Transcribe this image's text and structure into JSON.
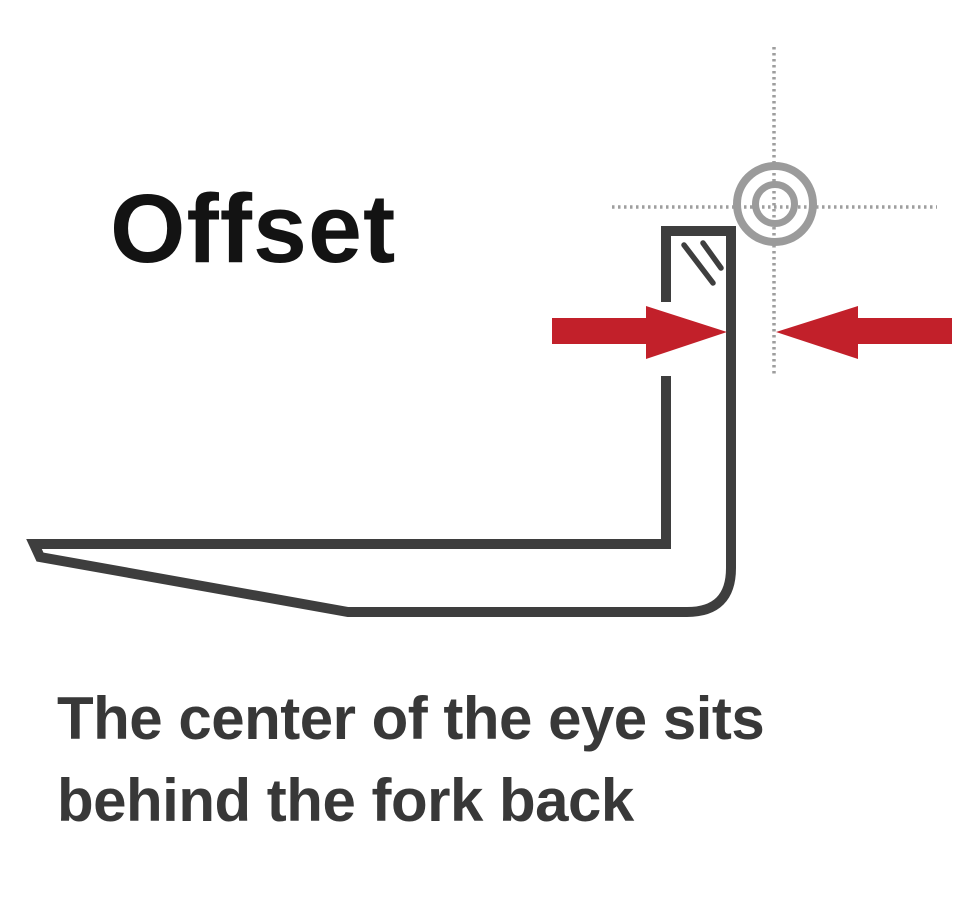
{
  "title": "Offset",
  "caption": {
    "line1": "The center of the eye sits",
    "line2": "behind the fork back"
  },
  "colors": {
    "background": "#FFFFFF",
    "title_text": "#131313",
    "caption_text": "#383838",
    "fork_line": "#3E3E3E",
    "fork_fill": "#FFFFFF",
    "arrow_red": "#C2202A",
    "ring_gray": "#9B9B9B",
    "dotted_gray": "#9E9E9E"
  },
  "icons": {
    "eye_crosshair": "crosshair-target-icon",
    "left_arrow": "arrow-right-icon",
    "right_arrow": "arrow-left-icon"
  }
}
